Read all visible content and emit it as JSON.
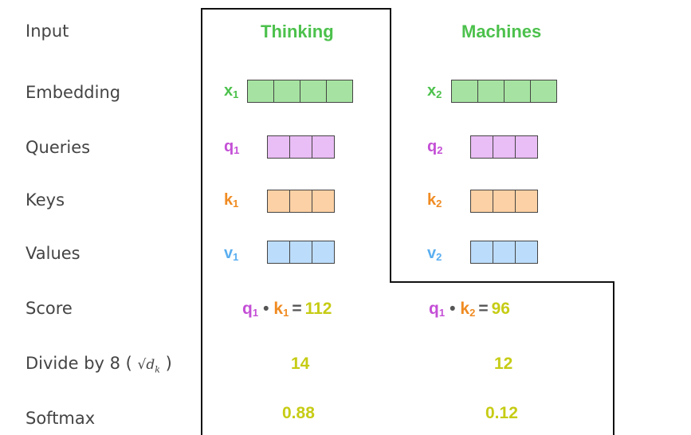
{
  "rows": {
    "input": "Input",
    "embedding": "Embedding",
    "queries": "Queries",
    "keys": "Keys",
    "values": "Values",
    "score": "Score",
    "divide_prefix": "Divide by 8 (",
    "divide_sqrt": "√d",
    "divide_sub": "k",
    "divide_suffix": ")",
    "softmax": "Softmax"
  },
  "words": [
    "Thinking",
    "Machines"
  ],
  "vectors": {
    "x": [
      "x",
      "x"
    ],
    "q": [
      "q",
      "q"
    ],
    "k": [
      "k",
      "k"
    ],
    "v": [
      "v",
      "v"
    ],
    "subs": [
      "1",
      "2"
    ]
  },
  "scores": [
    {
      "q": "q",
      "qsub": "1",
      "k": "k",
      "ksub": "1",
      "op": "•",
      "eq": "=",
      "value": "112"
    },
    {
      "q": "q",
      "qsub": "1",
      "k": "k",
      "ksub": "2",
      "op": "•",
      "eq": "=",
      "value": "96"
    }
  ],
  "divided": [
    "14",
    "12"
  ],
  "softmax": [
    "0.88",
    "0.12"
  ],
  "colors": {
    "green": "#4cc14c",
    "purple": "#c44fd6",
    "orange": "#f08b22",
    "blue": "#5aaef0",
    "yellow": "#c6cc14"
  }
}
